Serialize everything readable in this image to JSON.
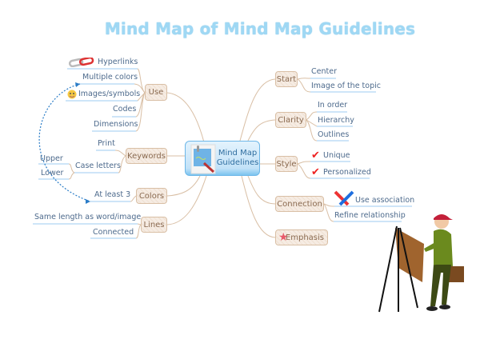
{
  "title": "Mind Map of Mind Map Guidelines",
  "central": {
    "line1": "Mind Map",
    "line2": "Guidelines",
    "icon": "notepad-icon"
  },
  "branches": {
    "use": {
      "label": "Use",
      "items": [
        "Hyperlinks",
        "Multiple colors",
        "Images/symbols",
        "Codes",
        "Dimensions"
      ]
    },
    "keywords": {
      "label": "Keywords",
      "items": [
        "Print",
        "Case letters"
      ],
      "sub": [
        "Upper",
        "Lower"
      ]
    },
    "colors": {
      "label": "Colors",
      "items": [
        "At least 3"
      ]
    },
    "lines": {
      "label": "Lines",
      "items": [
        "Same length as word/image",
        "Connected"
      ]
    },
    "start": {
      "label": "Start",
      "items": [
        "Center",
        "Image of the topic"
      ]
    },
    "clarity": {
      "label": "Clarity",
      "items": [
        "In order",
        "Hierarchy",
        "Outlines"
      ]
    },
    "style": {
      "label": "Style",
      "items": [
        "Unique",
        "Personalized"
      ]
    },
    "connection": {
      "label": "Connection",
      "items": [
        "Use association",
        "Refine relationship"
      ]
    },
    "emphasis": {
      "label": "Emphasis"
    }
  },
  "colors": {
    "title": "#9fd8f4",
    "branch": "#d9bfa5",
    "leafText": "#4d6a8c",
    "arrow": "#2a7cc7"
  }
}
